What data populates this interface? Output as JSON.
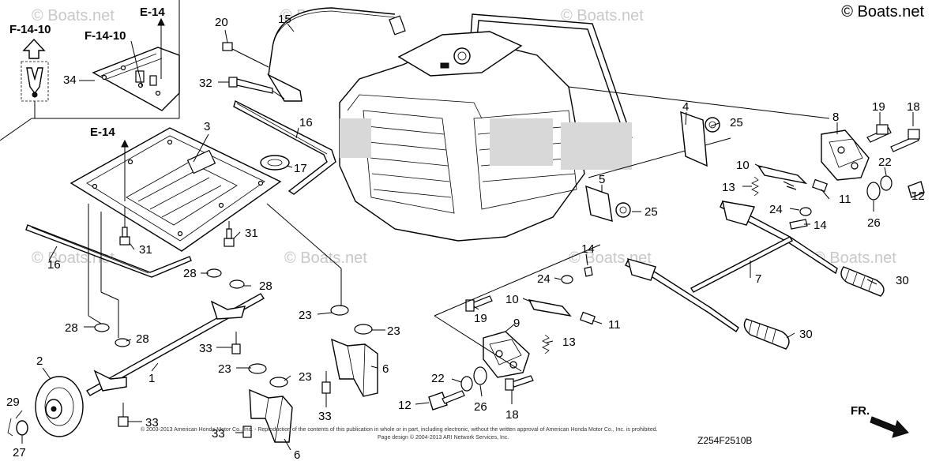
{
  "copyright": "© Boats.net",
  "watermark": "© Boats.net",
  "diagram_code": "Z254F2510B",
  "copyright_fine_1": "© 2003-2013 American Honda Motor Co., Inc. - Reproduction of the contents of this publication in whole or in part, including electronic, without the written approval of American Honda Motor Co., Inc. is prohibited.",
  "copyright_fine_2": "Page design © 2004-2013 ARI Network Services, Inc.",
  "direction_label": "FR.",
  "inset": {
    "refs": [
      "F-14-10",
      "F-14-10",
      "E-14"
    ]
  },
  "refs": {
    "e14_main": "E-14"
  },
  "callouts": [
    {
      "id": "c20",
      "label": "20"
    },
    {
      "id": "c15",
      "label": "15"
    },
    {
      "id": "c32",
      "label": "32"
    },
    {
      "id": "c34",
      "label": "34"
    },
    {
      "id": "c3",
      "label": "3"
    },
    {
      "id": "c16a",
      "label": "16"
    },
    {
      "id": "c17",
      "label": "17"
    },
    {
      "id": "c16b",
      "label": "16"
    },
    {
      "id": "c31a",
      "label": "31"
    },
    {
      "id": "c31b",
      "label": "31"
    },
    {
      "id": "c28a",
      "label": "28"
    },
    {
      "id": "c28b",
      "label": "28"
    },
    {
      "id": "c28c",
      "label": "28"
    },
    {
      "id": "c28d",
      "label": "28"
    },
    {
      "id": "c2",
      "label": "2"
    },
    {
      "id": "c1",
      "label": "1"
    },
    {
      "id": "c33a",
      "label": "33"
    },
    {
      "id": "c23a",
      "label": "23"
    },
    {
      "id": "c23b",
      "label": "23"
    },
    {
      "id": "c23c",
      "label": "23"
    },
    {
      "id": "c23d",
      "label": "23"
    },
    {
      "id": "c6a",
      "label": "6"
    },
    {
      "id": "c6b",
      "label": "6"
    },
    {
      "id": "c33b",
      "label": "33"
    },
    {
      "id": "c33c",
      "label": "33"
    },
    {
      "id": "c33d",
      "label": "33"
    },
    {
      "id": "c29",
      "label": "29"
    },
    {
      "id": "c27",
      "label": "27"
    },
    {
      "id": "c4",
      "label": "4"
    },
    {
      "id": "c25a",
      "label": "25"
    },
    {
      "id": "c5",
      "label": "5"
    },
    {
      "id": "c25b",
      "label": "25"
    },
    {
      "id": "c8",
      "label": "8"
    },
    {
      "id": "c19a",
      "label": "19"
    },
    {
      "id": "c18a",
      "label": "18"
    },
    {
      "id": "c10a",
      "label": "10"
    },
    {
      "id": "c13a",
      "label": "13"
    },
    {
      "id": "c22a",
      "label": "22"
    },
    {
      "id": "c12a",
      "label": "12"
    },
    {
      "id": "c11a",
      "label": "11"
    },
    {
      "id": "c26a",
      "label": "26"
    },
    {
      "id": "c24a",
      "label": "24"
    },
    {
      "id": "c14a",
      "label": "14"
    },
    {
      "id": "c14b",
      "label": "14"
    },
    {
      "id": "c24b",
      "label": "24"
    },
    {
      "id": "c7",
      "label": "7"
    },
    {
      "id": "c30a",
      "label": "30"
    },
    {
      "id": "c10b",
      "label": "10"
    },
    {
      "id": "c19b",
      "label": "19"
    },
    {
      "id": "c9",
      "label": "9"
    },
    {
      "id": "c11b",
      "label": "11"
    },
    {
      "id": "c13b",
      "label": "13"
    },
    {
      "id": "c30b",
      "label": "30"
    },
    {
      "id": "c22b",
      "label": "22"
    },
    {
      "id": "c26b",
      "label": "26"
    },
    {
      "id": "c12b",
      "label": "12"
    },
    {
      "id": "c18b",
      "label": "18"
    }
  ]
}
